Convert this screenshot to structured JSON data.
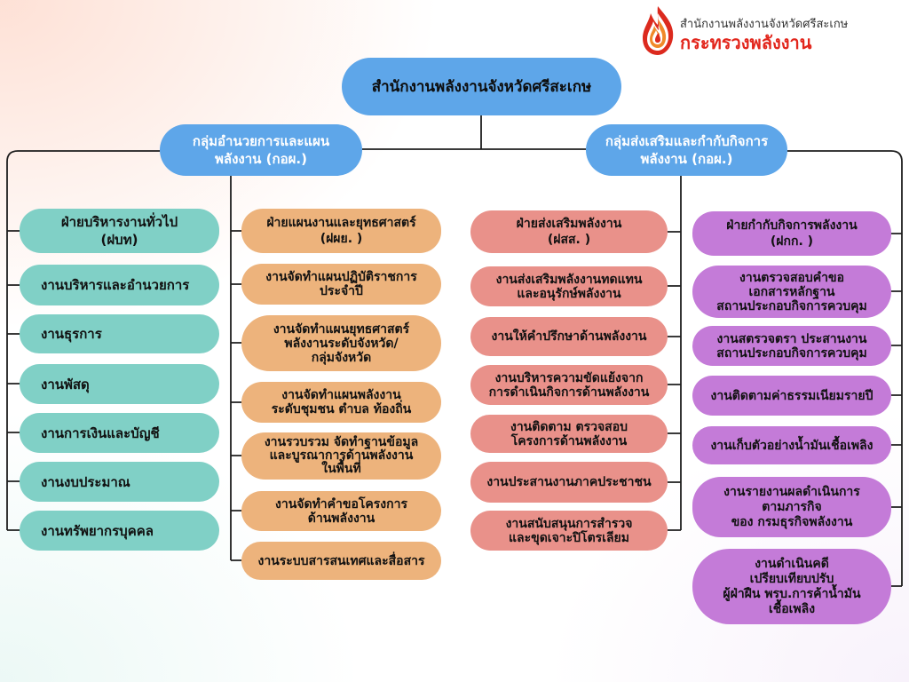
{
  "logo": {
    "icon": "flame-logo-icon",
    "org_name": "สำนักงานพลังงานจังหวัดศรีสะเกษ",
    "ministry": "กระทรวงพลังงาน"
  },
  "root": {
    "label": "สำนักงานพลังงานจังหวัดศรีสะเกษ"
  },
  "groups": [
    {
      "label": "กลุ่มอำนวยการและแผน\nพลังงาน (กอผ.)"
    },
    {
      "label": "กลุ่มส่งเสริมและกำกับกิจการ\nพลังงาน (กอผ.)"
    }
  ],
  "columns": [
    {
      "color": "#80d0c6",
      "items": [
        "ฝ่ายบริหารงานทั่วไป\n(ฝบท)",
        "งานบริหารและอำนวยการ",
        "งานธุรการ",
        "งานพัสดุ",
        "งานการเงินและบัญชี",
        "งานงบประมาณ",
        "งานทรัพยากรบุคคล"
      ]
    },
    {
      "color": "#edb37c",
      "items": [
        "ฝ่ายแผนงานและยุทธศาสตร์\n(ฝผย. )",
        "งานจัดทำแผนปฏิบัติราชการ\nประจำปี",
        "งานจัดทำแผนยุทธศาสตร์\nพลังงานระดับจังหวัด/\nกลุ่มจังหวัด",
        "งานจัดทำแผนพลังงาน\nระดับชุมชน ตำบล ท้องถิ่น",
        "งานรวบรวม จัดทำฐานข้อมูล\nและบูรณาการด้านพลังงาน\nในพื้นที่",
        "งานจัดทำคำขอโครงการ\nด้านพลังงาน",
        "งานระบบสารสนเทศและสื่อสาร"
      ]
    },
    {
      "color": "#e9918a",
      "items": [
        "ฝ่ายส่งเสริมพลังงาน\n(ฝสส. )",
        "งานส่งเสริมพลังงานทดแทน\nและอนุรักษ์พลังงาน",
        "งานให้คำปรึกษาด้านพลังงาน",
        "งานบริหารความขัดแย้งจาก\nการดำเนินกิจการด้านพลังงาน",
        "งานติดตาม ตรวจสอบ\nโครงการด้านพลังงาน",
        "งานประสานงานภาคประชาชน",
        "งานสนับสนุนการสำรวจ\nและขุดเจาะปิโตรเลียม"
      ]
    },
    {
      "color": "#c47bd8",
      "items": [
        "ฝ่ายกำกับกิจการพลังงาน\n(ฝกก. )",
        "งานตรวจสอบคำขอ\nเอกสารหลักฐาน\nสถานประกอบกิจการควบคุม",
        "งานสตรวจตรา ประสานงาน\nสถานประกอบกิจการควบคุม",
        "งานติดตามค่าธรรมเนียมรายปี",
        "งานเก็บตัวอย่างน้ำมันเชื้อเพลิง",
        "งานรายงานผลดำเนินการ\nตามภารกิจ\nของ กรมธุรกิจพลังงาน",
        "งานดำเนินคดี\nเปรียบเทียบปรับ\nผู้ฝ่าฝืน พรบ.การค้าน้ำมัน\nเชื้อเพลิง"
      ]
    }
  ],
  "colors": {
    "root": "#5ea6e9",
    "group": "#5ea6e9",
    "group_text": "#ffffff",
    "connector": "#1e1e1e",
    "ministry_text": "#e2261c"
  }
}
